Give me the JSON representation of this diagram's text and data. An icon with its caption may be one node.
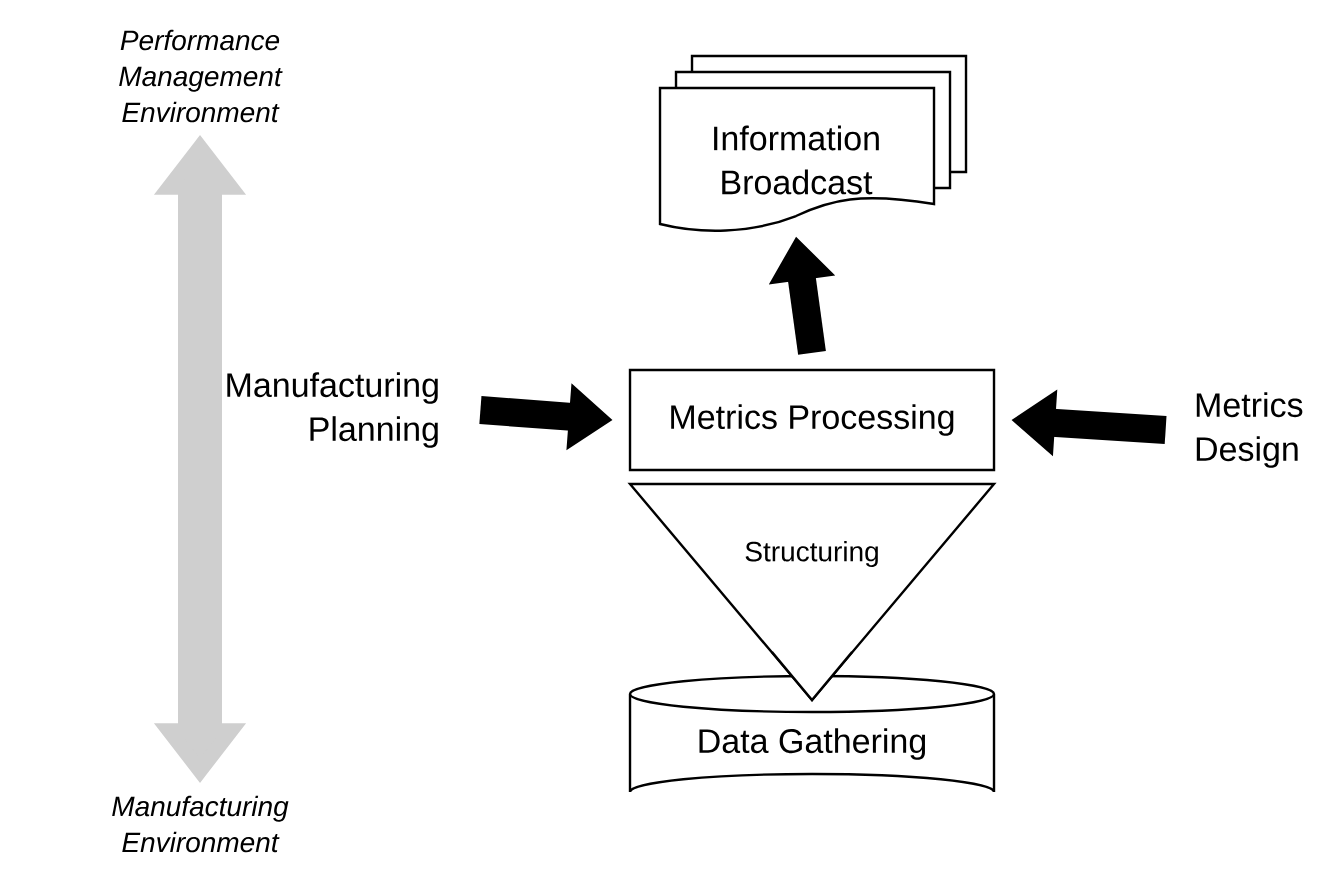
{
  "diagram": {
    "nodes": [
      {
        "text": [
          "Performance Management Environment"
        ]
      },
      {
        "text": [
          "Manufacturing Environment"
        ]
      },
      {
        "text": [
          "Information Broadcast"
        ]
      },
      {
        "text": [
          "Manufacturing Planning"
        ]
      },
      {
        "text": [
          "Metrics Processing"
        ]
      },
      {
        "text": [
          "Metrics Design"
        ]
      },
      {
        "text": [
          "Structuring"
        ]
      },
      {
        "text": [
          "Data Gathering"
        ]
      }
    ],
    "edges": [
      {
        "from": 0,
        "to": 1,
        "arrow": "both",
        "color": "#cfcfcf"
      },
      {
        "from": 3,
        "to": 4,
        "arrow": "to"
      },
      {
        "from": 5,
        "to": 4,
        "arrow": "to"
      },
      {
        "from": 4,
        "to": 2,
        "arrow": "to"
      }
    ]
  }
}
